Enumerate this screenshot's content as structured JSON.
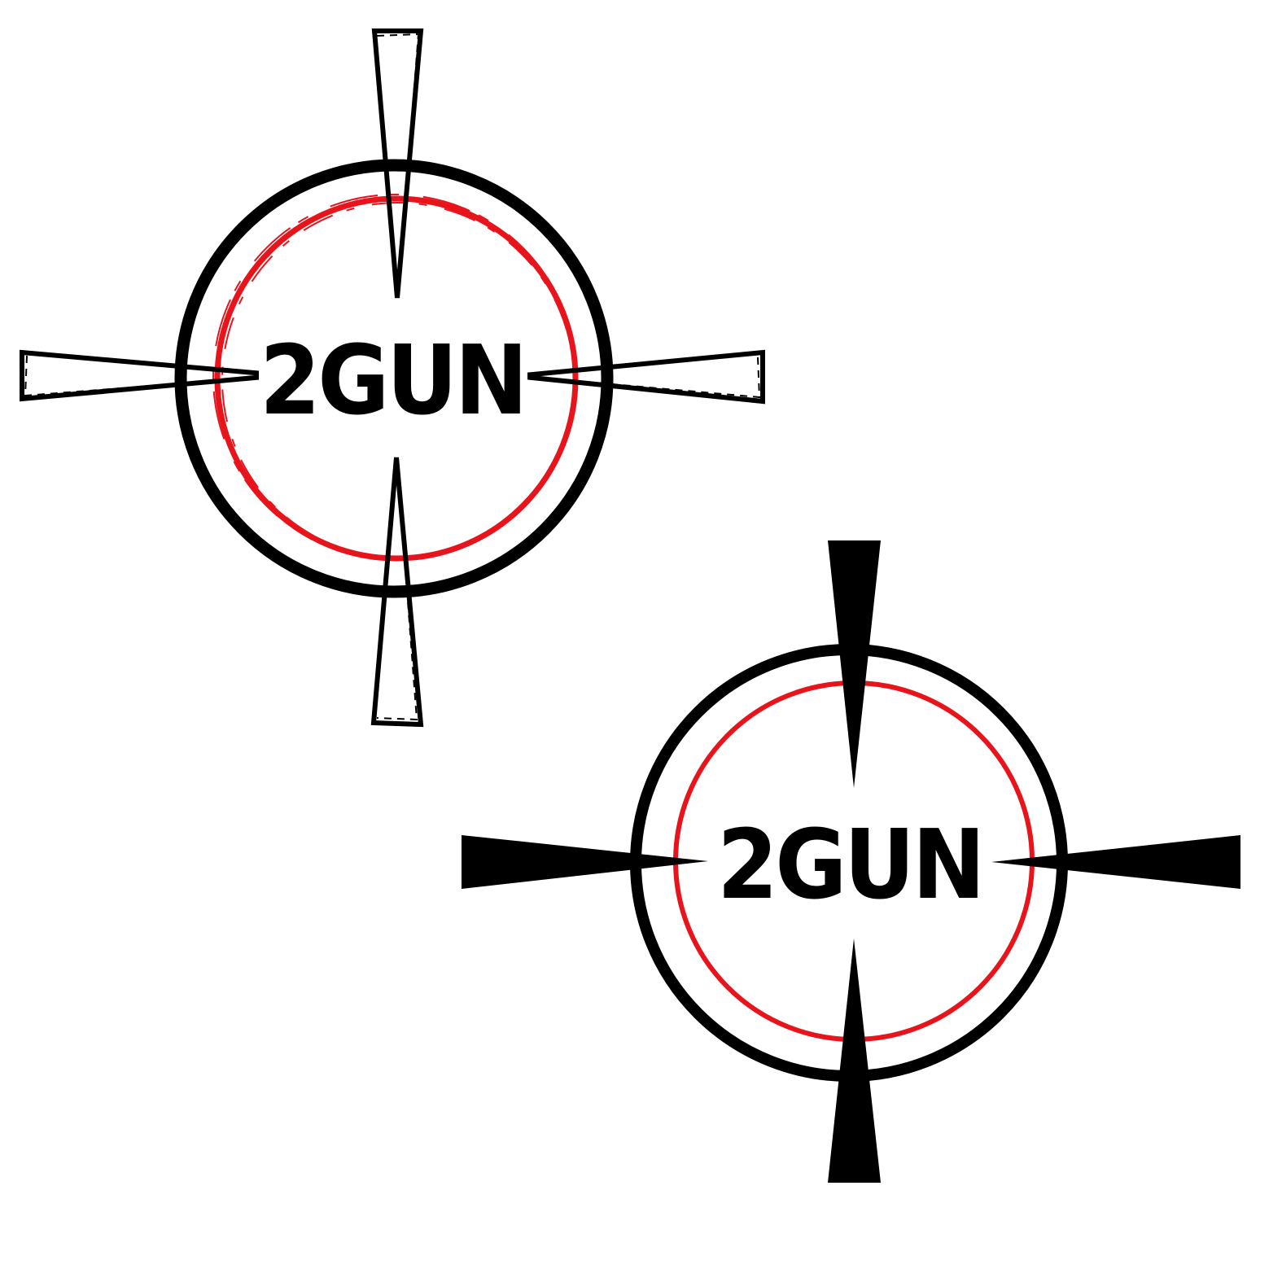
{
  "logos": [
    {
      "variant": "rough-sketch",
      "wordmark": "2GUN",
      "colors": {
        "outer_ring": "#000000",
        "inner_ring": "#e8141c",
        "crosshair": "#000000",
        "text": "#000000"
      }
    },
    {
      "variant": "clean-solid",
      "wordmark": "2GUN",
      "colors": {
        "outer_ring": "#000000",
        "inner_ring": "#e8141c",
        "crosshair": "#000000",
        "text": "#000000"
      }
    }
  ]
}
